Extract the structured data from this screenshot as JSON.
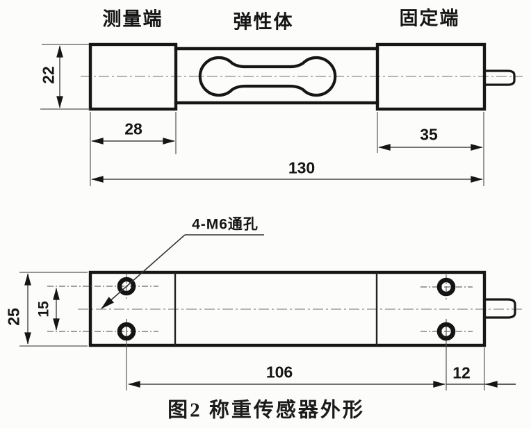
{
  "figure": {
    "caption": "图2 称重传感器外形"
  },
  "top_view": {
    "labels": {
      "measuring_end": "测量端",
      "elastic_body": "弹性体",
      "fixed_end": "固定端"
    },
    "dimensions": {
      "body_height": "22",
      "measuring_end_length": "28",
      "fixed_end_length": "35",
      "total_length": "130"
    }
  },
  "bottom_view": {
    "labels": {
      "holes_note": "4-M6通孔"
    },
    "dimensions": {
      "body_width": "25",
      "hole_row_spacing": "15",
      "hole_span_length": "106",
      "hole_to_end_offset": "12"
    }
  },
  "colors": {
    "line": "#161616",
    "dimension_line": "#454545",
    "centerline": "#8a8a8a",
    "background": "#fcfcfa",
    "text": "#151515"
  }
}
